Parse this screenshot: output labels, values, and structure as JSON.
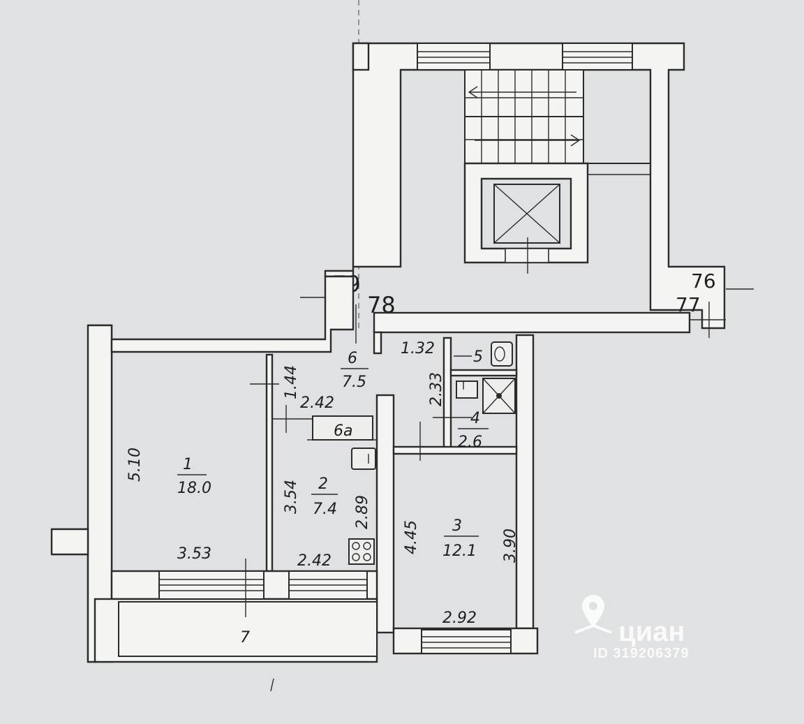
{
  "rooms": [
    {
      "number": "1",
      "area": "18.0"
    },
    {
      "number": "2",
      "area": "7.4"
    },
    {
      "number": "3",
      "area": "12.1"
    },
    {
      "number": "4",
      "area": "2.6"
    },
    {
      "number": "5"
    },
    {
      "number": "6",
      "area": "7.5"
    },
    {
      "number": "6a"
    },
    {
      "number": "7"
    }
  ],
  "dimensions": {
    "room1_height": "5.10",
    "room1_width": "3.53",
    "room2_left": "3.54",
    "room2_right": "2.89",
    "room2_bottom": "2.42",
    "hall_width": "2.42",
    "hall_depth": "1.44",
    "room3_left": "4.45",
    "room3_right": "3.90",
    "room3_bottom": "2.92",
    "bath_height": "2.33",
    "wc_width": "1.32"
  },
  "stair_labels": [
    "79",
    "78",
    "76",
    "77"
  ],
  "watermark": {
    "brand": "циан",
    "id": "ID 319206379",
    "pin_icon": "map-pin-icon"
  },
  "colors": {
    "paper": "#dfe1e3",
    "wall": "#f4f4f2",
    "ink": "#2b2b2b"
  }
}
